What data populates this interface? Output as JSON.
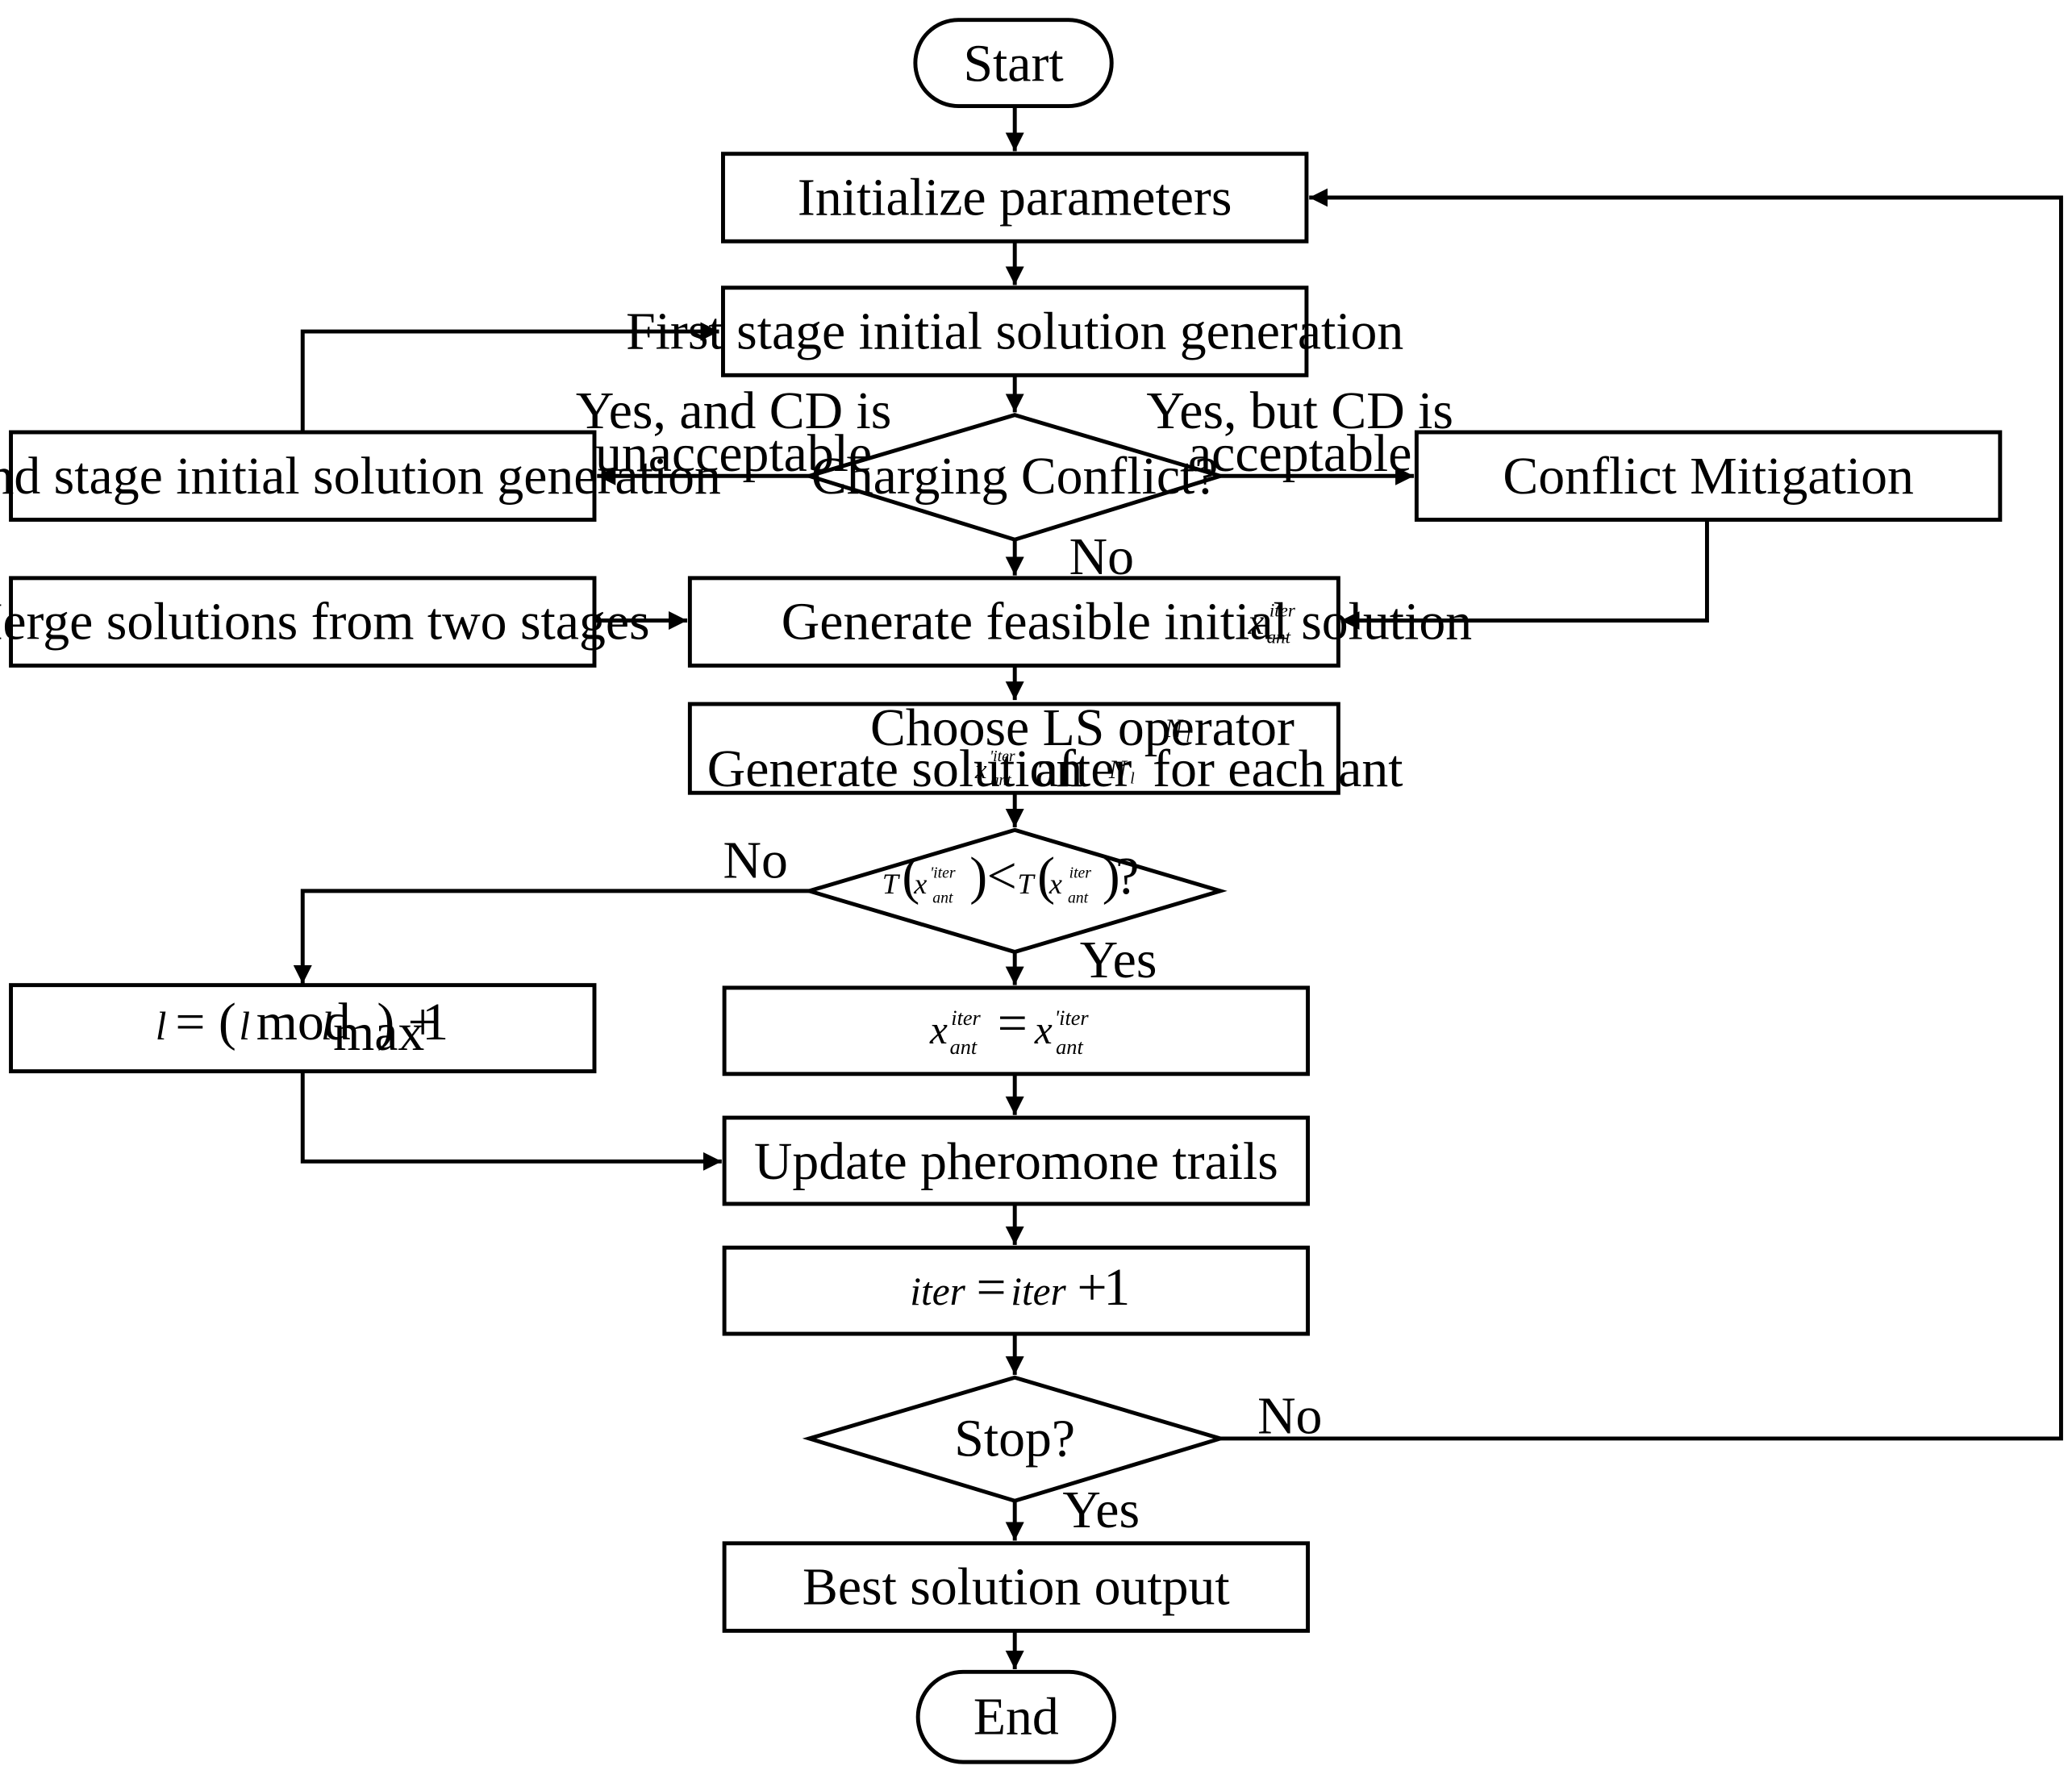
{
  "nodes": {
    "start": {
      "label": "Start"
    },
    "init_params": {
      "label": "Initialize parameters"
    },
    "first_stage": {
      "label": "First stage initial solution generation"
    },
    "charging_conflict": {
      "label": "Charging Conflict?"
    },
    "second_stage": {
      "label": "Second stage initial solution generation"
    },
    "conflict_mitigation": {
      "label": "Conflict Mitigation"
    },
    "merge": {
      "label": "Merge solutions from two stages"
    },
    "generate_feasible": {
      "label": "Generate feasible initial solution"
    },
    "choose_ls": {
      "line1": "Choose LS operator",
      "line2_a": "Generate solution",
      "line2_b": "after",
      "line2_c": "for each ant"
    },
    "compare": {
      "label_tail": "?"
    },
    "update_l": {
      "label": "l = (l mod l_max) + 1"
    },
    "assign": {
      "label": "x_ant^iter = x'_ant^iter"
    },
    "update_pheromone": {
      "label": "Update pheromone trails"
    },
    "iter_inc": {
      "label": "iter = iter + 1"
    },
    "stop": {
      "label": "Stop?"
    },
    "best_output": {
      "label": "Best solution output"
    },
    "end": {
      "label": "End"
    }
  },
  "edge_labels": {
    "conflict_left_1": "Yes, and CD is",
    "conflict_left_2": "unacceptable",
    "conflict_right_1": "Yes, but CD is",
    "conflict_right_2": "acceptable",
    "conflict_no": "No",
    "compare_no": "No",
    "compare_yes": "Yes",
    "stop_no": "No",
    "stop_yes": "Yes"
  },
  "symbols": {
    "x": "x",
    "ant": "ant",
    "iter": "iter",
    "prime_iter": "'iter",
    "N": "N",
    "l": "l",
    "T": "T",
    "max": "max",
    "mod": "mod",
    "one": "1"
  }
}
